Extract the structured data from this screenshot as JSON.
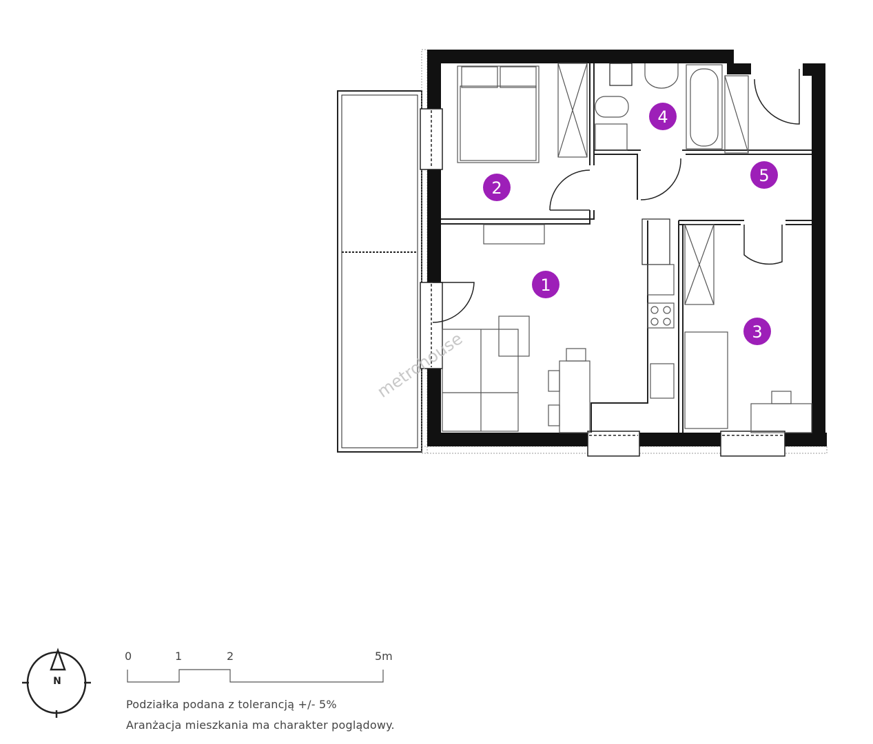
{
  "floor_plan": {
    "rooms": [
      {
        "number": "1"
      },
      {
        "number": "2"
      },
      {
        "number": "3"
      },
      {
        "number": "4"
      },
      {
        "number": "5"
      }
    ],
    "marker_color": "#9d1fb8",
    "watermark": "metrohouse"
  },
  "compass": {
    "label": "N"
  },
  "scale_bar": {
    "ticks": [
      "0",
      "1",
      "2",
      "5m"
    ]
  },
  "notes": [
    "Podziałka podana z tolerancją +/- 5%",
    "Aranżacja mieszkania ma charakter poglądowy."
  ]
}
